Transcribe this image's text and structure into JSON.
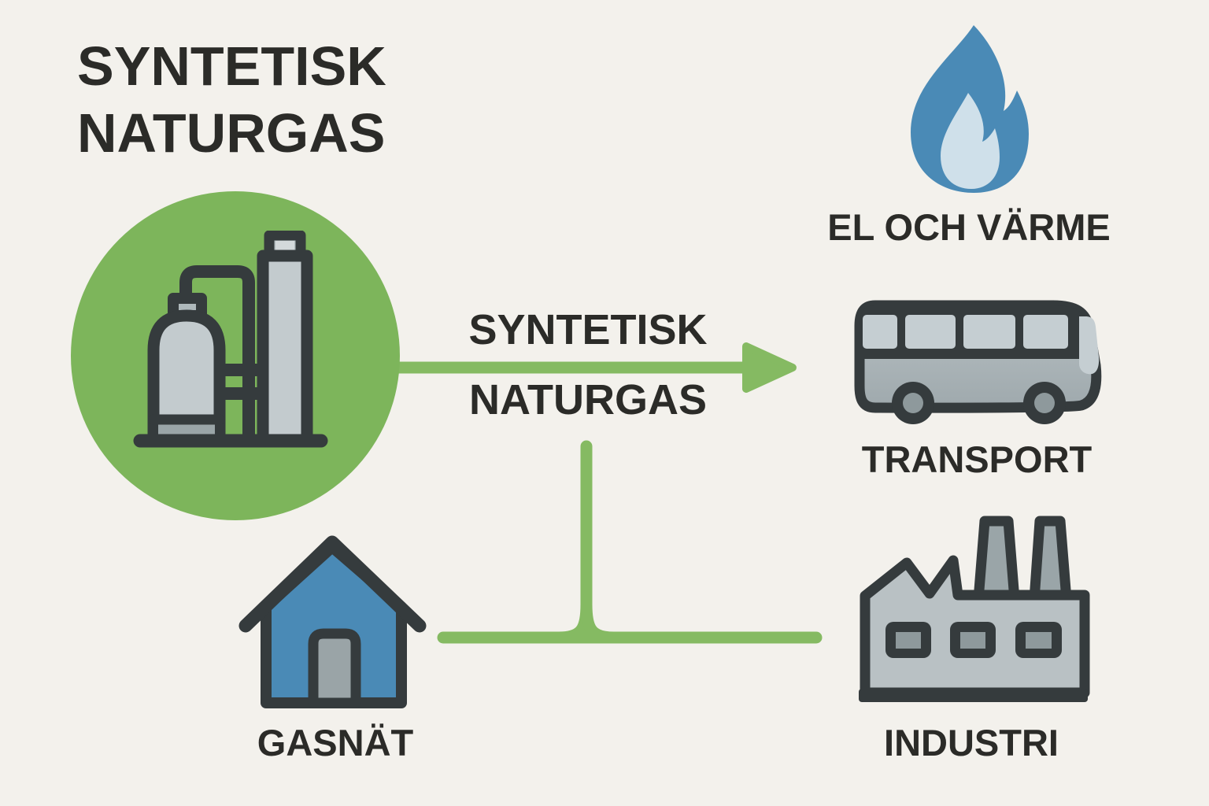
{
  "title": {
    "line1": "SYNTETISK",
    "line2": "NATURGAS"
  },
  "flow": {
    "label_line1": "SYNTETISK",
    "label_line2": "NATURGAS"
  },
  "nodes": {
    "plant": {
      "icon": "gas-plant-icon"
    },
    "el_och_varme": {
      "label": "EL OCH VÄRME",
      "icon": "gas-flame-icon"
    },
    "transport": {
      "label": "TRANSPORT",
      "icon": "bus-icon"
    },
    "industri": {
      "label": "INDUSTRI",
      "icon": "factory-icon"
    },
    "gasnat": {
      "label": "GASNÄT",
      "icon": "house-icon"
    }
  },
  "colors": {
    "background": "#f3f1ec",
    "text": "#2b2b28",
    "circle_green": "#7db55b",
    "connector_green": "#85ba62",
    "blue": "#4a8ab6",
    "light_blue": "#cfe0ea",
    "outline_dark": "#353b3d",
    "gray_light": "#c3cbce",
    "gray_mid": "#9aa5a8",
    "window_gray": "#c5ced2"
  }
}
